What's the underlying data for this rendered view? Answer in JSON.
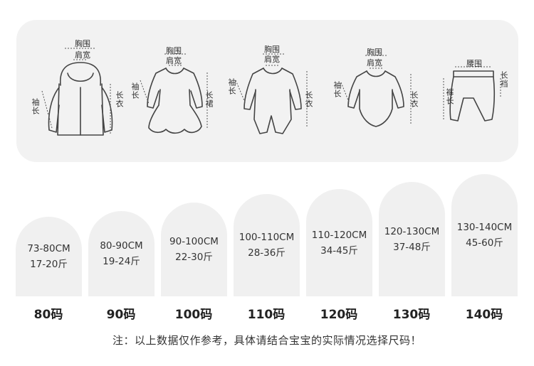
{
  "guide": {
    "garments": [
      {
        "name": "coat",
        "labels": {
          "chest": "胸围",
          "shoulder": "肩宽",
          "sleeve": "袖长",
          "length": "长衣"
        }
      },
      {
        "name": "dress",
        "labels": {
          "chest": "胸围",
          "shoulder": "肩宽",
          "sleeve": "袖长",
          "length": "长裙"
        }
      },
      {
        "name": "romper",
        "labels": {
          "chest": "胸围",
          "shoulder": "肩宽",
          "sleeve": "袖长",
          "length": "长衣"
        }
      },
      {
        "name": "bodysuit",
        "labels": {
          "chest": "胸围",
          "shoulder": "肩宽",
          "sleeve": "袖长",
          "length": "长衣"
        }
      },
      {
        "name": "pants",
        "labels": {
          "waist": "腰围",
          "leg": "裤长",
          "crotch": "长裆"
        }
      }
    ]
  },
  "sizes": [
    {
      "height": "73-80CM",
      "weight": "17-20斤",
      "name": "80码"
    },
    {
      "height": "80-90CM",
      "weight": "19-24斤",
      "name": "90码"
    },
    {
      "height": "90-100CM",
      "weight": "22-30斤",
      "name": "100码"
    },
    {
      "height": "100-110CM",
      "weight": "28-36斤",
      "name": "110码"
    },
    {
      "height": "110-120CM",
      "weight": "34-45斤",
      "name": "120码"
    },
    {
      "height": "120-130CM",
      "weight": "37-48斤",
      "name": "130码"
    },
    {
      "height": "130-140CM",
      "weight": "45-60斤",
      "name": "140码"
    }
  ],
  "note": "注：以上数据仅作参考，具体请结合宝宝的实际情况选择尺码！",
  "colors": {
    "panel": "#f2f2f2",
    "card": "#f0f0f0",
    "line": "#444444"
  }
}
